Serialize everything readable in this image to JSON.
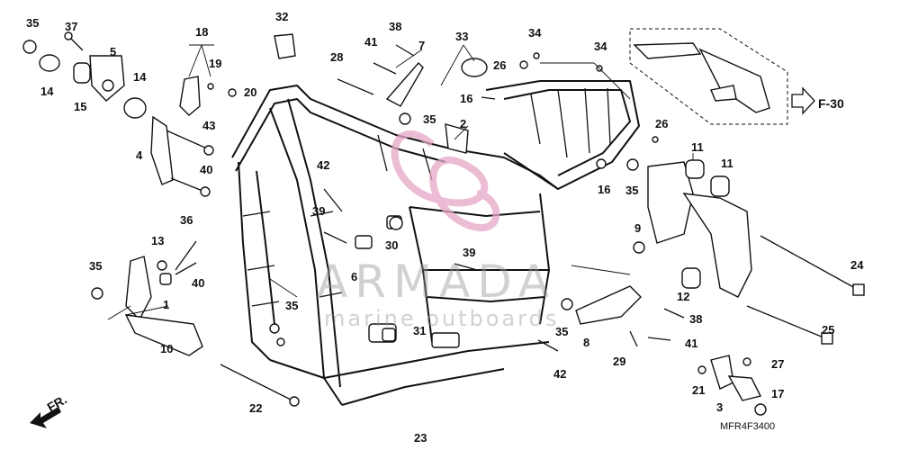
{
  "diagram": {
    "part_labels": [
      "35",
      "37",
      "5",
      "14",
      "15",
      "18",
      "19",
      "20",
      "14",
      "43",
      "4",
      "40",
      "32",
      "38",
      "41",
      "7",
      "28",
      "33",
      "34",
      "26",
      "16",
      "35",
      "2",
      "34",
      "26",
      "11",
      "11",
      "35",
      "16",
      "9",
      "42",
      "39",
      "30",
      "6",
      "39",
      "36",
      "13",
      "35",
      "40",
      "1",
      "35",
      "31",
      "10",
      "22",
      "23",
      "35",
      "8",
      "29",
      "41",
      "38",
      "42",
      "12",
      "24",
      "25",
      "27",
      "21",
      "3",
      "17"
    ],
    "ref_fr": "FR.",
    "ref_f30": "F-30",
    "diagram_code": "MFR4F3400",
    "watermark": {
      "main": "ARMADA",
      "sub": "marine outboards"
    }
  }
}
